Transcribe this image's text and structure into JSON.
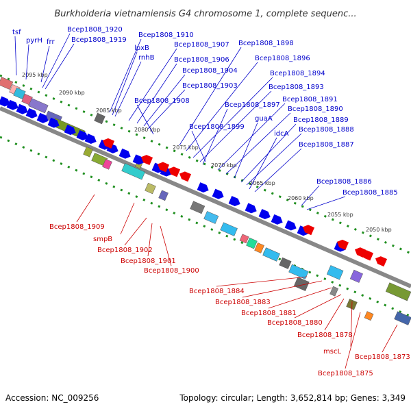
{
  "title": "Burkholderia vietnamiensis G4 chromosome 1, complete sequenc...",
  "footer": {
    "accession": "Accession: NC_009256",
    "summary": "Topology: circular; Length: 3,652,814 bp; Genes: 3,349"
  },
  "colors": {
    "forward_label": "#0000cc",
    "reverse_label": "#cc0000",
    "forward_gene": "#0000ee",
    "reverse_gene": "#ee0000",
    "tick": "#1f8f1f",
    "backbone": "#888888"
  },
  "position_labels": [
    "2095 kbp",
    "2090 kbp",
    "2085 kbp",
    "2080 kbp",
    "2075 kbp",
    "2070 kbp",
    "2065 kbp",
    "2060 kbp",
    "2055 kbp",
    "2050 kbp"
  ],
  "forward_labels": [
    "tsf",
    "pyrH",
    "frr",
    "Bcep1808_1920",
    "Bcep1808_1919",
    "Bcep1808_1910",
    "lpxB",
    "rnhB",
    "Bcep1808_1907",
    "Bcep1808_1906",
    "Bcep1808_1904",
    "Bcep1808_1903",
    "Bcep1808_1908",
    "Bcep1808_1898",
    "Bcep1808_1896",
    "Bcep1808_1894",
    "Bcep1808_1893",
    "Bcep1808_1897",
    "Bcep1808_1891",
    "Bcep1808_1890",
    "guaA",
    "Bcep1808_1899",
    "Bcep1808_1889",
    "Bcep1808_1888",
    "idcA",
    "Bcep1808_1887",
    "Bcep1808_1886",
    "Bcep1808_1885"
  ],
  "reverse_labels": [
    "Bcep1808_1909",
    "smpB",
    "Bcep1808_1902",
    "Bcep1808_1901",
    "Bcep1808_1900",
    "Bcep1808_1884",
    "Bcep1808_1883",
    "Bcep1808_1881",
    "Bcep1808_1880",
    "Bcep1808_1878",
    "mscL",
    "Bcep1808_1873",
    "Bcep1808_1875"
  ]
}
